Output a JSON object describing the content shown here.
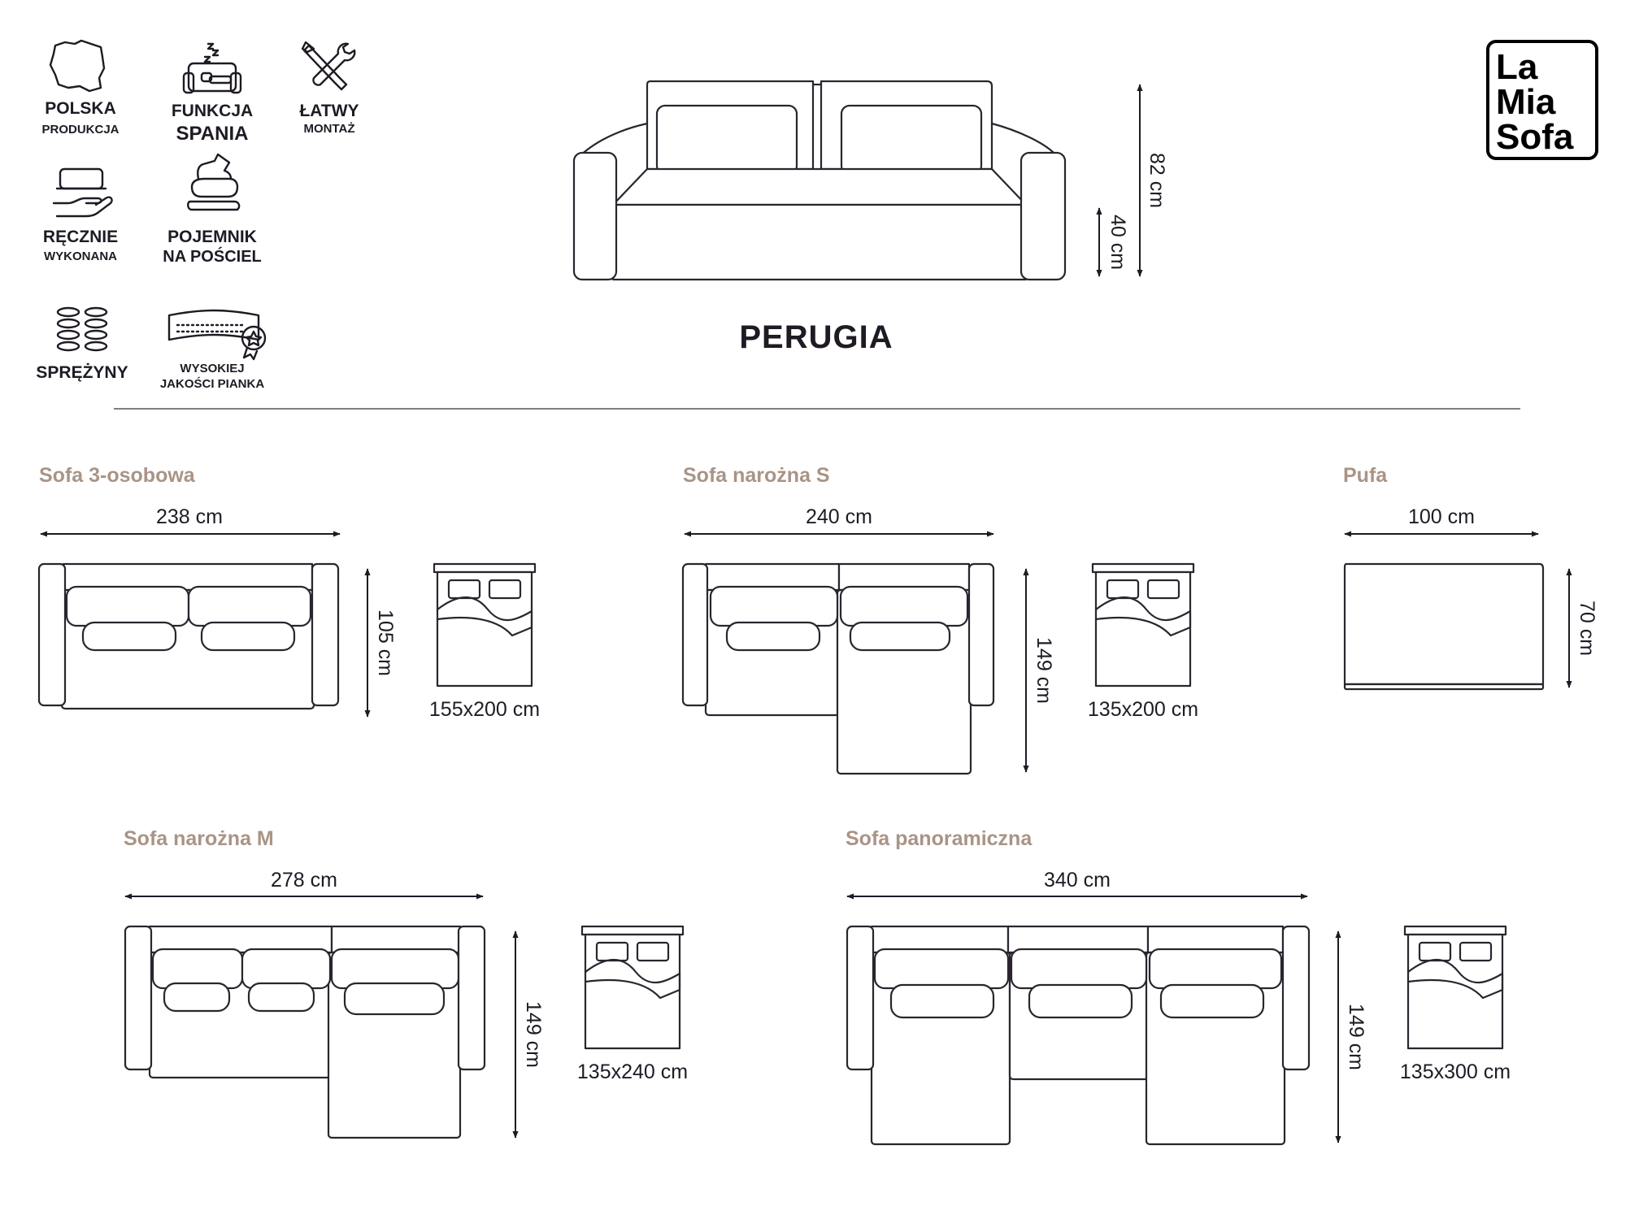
{
  "brand": {
    "logo_lines": [
      "La",
      "Mia",
      "Sofa"
    ]
  },
  "features": [
    {
      "icon": "poland-map-icon",
      "title": "POLSKA",
      "subtitle": "PRODUKCJA"
    },
    {
      "icon": "sleeping-sofa-icon",
      "title": "FUNKCJA",
      "subtitle": "SPANIA"
    },
    {
      "icon": "screwdriver-wrench-icon",
      "title": "ŁATWY",
      "subtitle": "MONTAŻ"
    },
    {
      "icon": "hand-sofa-icon",
      "title": "RĘCZNIE",
      "subtitle": "WYKONANA"
    },
    {
      "icon": "bedding-icon",
      "title": "POJEMNIK",
      "subtitle": "NA POŚCIEL"
    },
    {
      "icon": "springs-icon",
      "title": "SPRĘŻYNY",
      "subtitle": ""
    },
    {
      "icon": "foam-quality-icon",
      "title": "WYSOKIEJ",
      "subtitle": "JAKOŚCI PIANKA"
    }
  ],
  "product": {
    "name": "PERUGIA",
    "height_total": "82 cm",
    "height_seat": "40 cm"
  },
  "variants": [
    {
      "title": "Sofa 3-osobowa",
      "width": "238 cm",
      "depth": "105 cm",
      "bed": "155x200 cm"
    },
    {
      "title": "Sofa narożna S",
      "width": "240 cm",
      "depth": "149 cm",
      "bed": "135x200 cm"
    },
    {
      "title": "Pufa",
      "width": "100 cm",
      "depth": "70 cm"
    },
    {
      "title": "Sofa narożna M",
      "width": "278 cm",
      "depth": "149 cm",
      "bed": "135x240 cm"
    },
    {
      "title": "Sofa panoramiczna",
      "width": "340 cm",
      "depth": "149 cm",
      "bed": "135x300 cm"
    }
  ],
  "colors": {
    "section_title": "#a99486",
    "line": "#2a252e",
    "text": "#1f1a24"
  }
}
